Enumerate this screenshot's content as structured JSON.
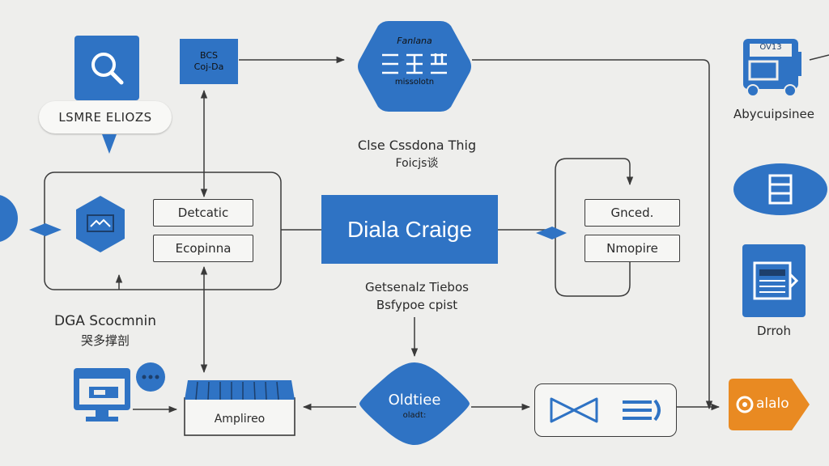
{
  "colors": {
    "primary_blue": "#2f73c4",
    "accent_orange": "#e98a22",
    "background": "#eeeeec",
    "line": "#3a3a3a"
  },
  "nodes": {
    "search": {
      "icon": "magnifier-icon",
      "bubble_text": "LSMRE ELIOZS"
    },
    "top_small_box": {
      "line1": "BCS",
      "line2": "Coj-Da"
    },
    "top_hexagon": {
      "title": "Fanlana",
      "subtitle": "missolotn",
      "icon": "grid-glyph-icon"
    },
    "center_caption": {
      "line1": "Clse Cssdona Thig",
      "line2": "Foicjs谈"
    },
    "left_group": {
      "hex_icon": "image-card-icon",
      "box_top": "Detcatic",
      "box_bottom": "Ecopinna"
    },
    "center_main": {
      "label": "Diala Craige"
    },
    "right_group": {
      "box_top": "Gnced.",
      "box_bottom": "Nmopire"
    },
    "top_right": {
      "chip_text": "OV13",
      "label": "Abycuipsinee",
      "icon": "vehicle-icon"
    },
    "right_ellipse": {
      "icon": "list-icon"
    },
    "right_square": {
      "icon": "document-icon",
      "label": "Drroh"
    },
    "left_caption": {
      "line1": "DGA Scocmnin",
      "line2": "哭多撑剖"
    },
    "mid_caption": {
      "line1": "Getsenalz Tiebos",
      "line2": "Bsfypoe cpist"
    },
    "monitor": {
      "icon": "monitor-icon",
      "dots_icon": "dots-icon"
    },
    "shop_box": {
      "label": "Amplireo"
    },
    "bottom_ellipse": {
      "title": "Oldtiee",
      "subtitle": "oladt:"
    },
    "bottom_box": {
      "bowtie_icon": "bowtie-icon",
      "list_icon": "lines-icon"
    },
    "orange_tag": {
      "text": "alalo",
      "icon": "circle-dot-icon"
    }
  }
}
